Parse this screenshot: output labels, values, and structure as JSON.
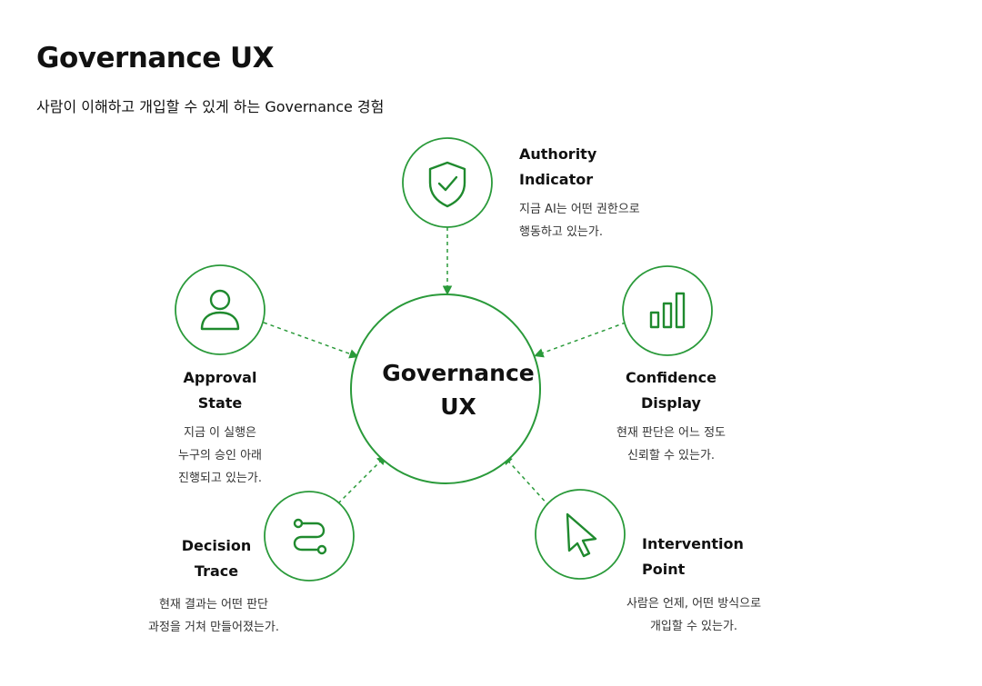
{
  "header": {
    "title": "Governance UX",
    "subtitle": "사람이 이해하고 개입할 수 있게 하는 Governance 경험"
  },
  "center": {
    "line1": "Governance",
    "line2": "UX"
  },
  "nodes": {
    "authority": {
      "icon": "shield-check-icon",
      "title_line1": "Authority",
      "title_line2": "Indicator",
      "desc_line1": "지금 AI는 어떤 권한으로",
      "desc_line2": "행동하고 있는가."
    },
    "confidence": {
      "icon": "bar-chart-icon",
      "title_line1": "Confidence",
      "title_line2": "Display",
      "desc_line1": "현재 판단은 어느 정도",
      "desc_line2": "신뢰할 수 있는가."
    },
    "approval": {
      "icon": "user-icon",
      "title_line1": "Approval",
      "title_line2": "State",
      "desc_line1": "지금 이 실행은",
      "desc_line2": "누구의 승인 아래",
      "desc_line3": "진행되고 있는가."
    },
    "decision": {
      "icon": "route-icon",
      "title_line1": "Decision",
      "title_line2": "Trace",
      "desc_line1": "현재 결과는 어떤 판단",
      "desc_line2": "과정을 거쳐 만들어졌는가."
    },
    "intervention": {
      "icon": "cursor-icon",
      "title_line1": "Intervention",
      "title_line2": "Point",
      "desc_line1": "사람은 언제, 어떤 방식으로",
      "desc_line2": "개입할 수 있는가."
    }
  },
  "colors": {
    "accent": "#2a9a3a",
    "text": "#111111",
    "muted": "#333333"
  }
}
